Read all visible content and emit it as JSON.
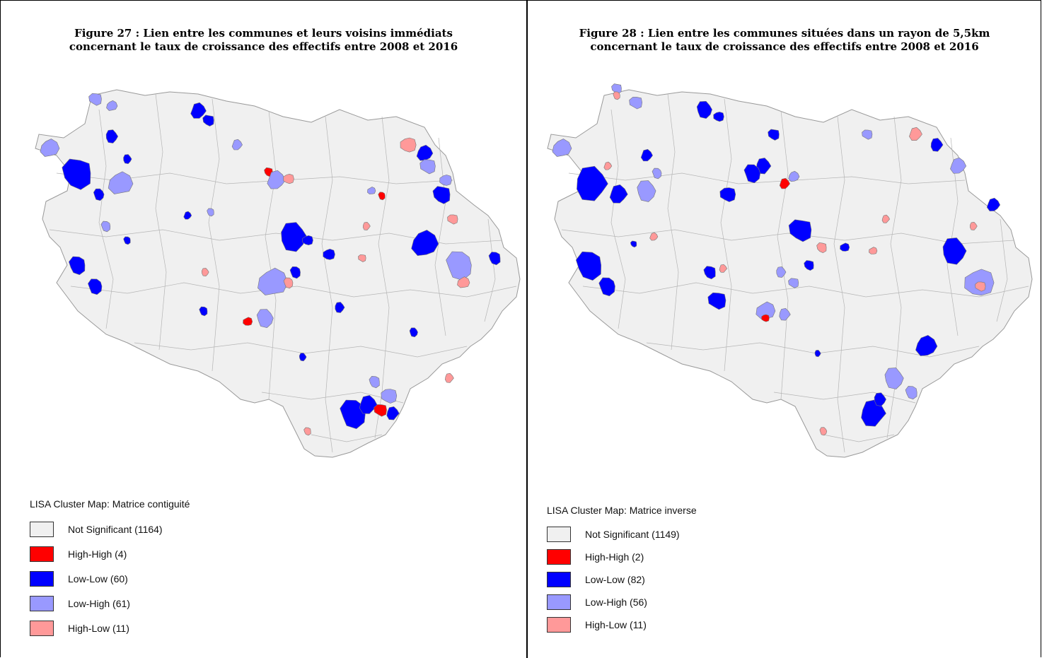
{
  "colors": {
    "not_significant": "#f0f0f0",
    "high_high": "#ff0000",
    "low_low": "#0000ff",
    "low_high": "#9999ff",
    "high_low": "#ff9999",
    "boundary": "#999999"
  },
  "figures": [
    {
      "title_line1": "Figure 27 : Lien entre les communes et leurs voisins immédiats",
      "title_line2": "concernant le taux de croissance des effectifs entre 2008 et 2016",
      "legend_title": "LISA Cluster Map: Matrice contiguité",
      "legend": [
        {
          "label": "Not Significant (1164)",
          "class": "not_significant",
          "count": 1164
        },
        {
          "label": "High-High (4)",
          "class": "high_high",
          "count": 4
        },
        {
          "label": "Low-Low (60)",
          "class": "low_low",
          "count": 60
        },
        {
          "label": "Low-High (61)",
          "class": "low_high",
          "count": 61
        },
        {
          "label": "High-Low (11)",
          "class": "high_low",
          "count": 11
        }
      ]
    },
    {
      "title_line1": "Figure 28 : Lien entre les communes situées dans un rayon de 5,5km",
      "title_line2": "concernant le taux de croissance des effectifs entre 2008 et 2016",
      "legend_title": "LISA Cluster Map: Matrice inverse",
      "legend": [
        {
          "label": "Not Significant (1149)",
          "class": "not_significant",
          "count": 1149
        },
        {
          "label": "High-High (2)",
          "class": "high_high",
          "count": 2
        },
        {
          "label": "Low-Low (82)",
          "class": "low_low",
          "count": 82
        },
        {
          "label": "Low-High (56)",
          "class": "low_high",
          "count": 56
        },
        {
          "label": "High-Low (11)",
          "class": "high_low",
          "count": 11
        }
      ]
    }
  ]
}
